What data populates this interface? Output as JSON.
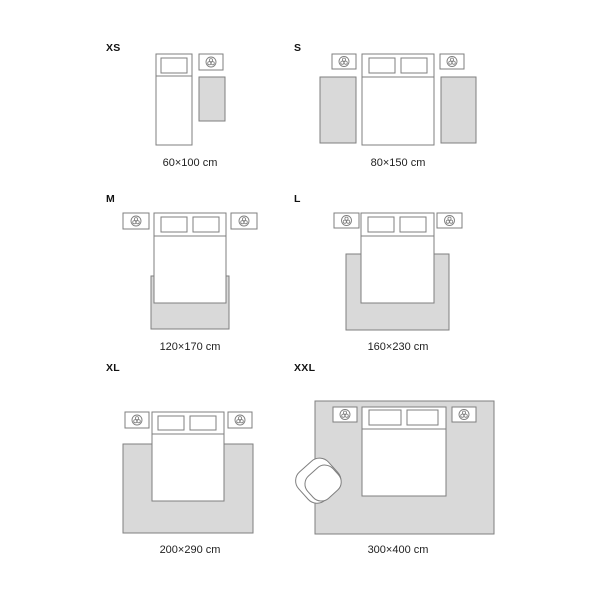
{
  "colors": {
    "background": "#ffffff",
    "stroke": "#7f7f7f",
    "rug_fill": "#d9d9d9",
    "furniture_fill": "#ffffff",
    "text": "#222222"
  },
  "icons": {
    "nightstand_lamp": "lamp-icon (three-lobed symbol in circle)",
    "pillow": "rectangle",
    "armchair": "rounded-armchair-icon"
  },
  "panels": [
    {
      "id": "xs",
      "size_label": "XS",
      "caption": "60×100 cm",
      "rug_count": 1,
      "bed_type": "single"
    },
    {
      "id": "s",
      "size_label": "S",
      "caption": "80×150 cm",
      "rug_count": 2,
      "bed_type": "double"
    },
    {
      "id": "m",
      "size_label": "M",
      "caption": "120×170 cm",
      "rug_count": 1,
      "bed_type": "double"
    },
    {
      "id": "l",
      "size_label": "L",
      "caption": "160×230 cm",
      "rug_count": 1,
      "bed_type": "double"
    },
    {
      "id": "xl",
      "size_label": "XL",
      "caption": "200×290 cm",
      "rug_count": 1,
      "bed_type": "double"
    },
    {
      "id": "xxl",
      "size_label": "XXL",
      "caption": "300×400 cm",
      "rug_count": 1,
      "bed_type": "double",
      "has_armchair": true
    }
  ]
}
